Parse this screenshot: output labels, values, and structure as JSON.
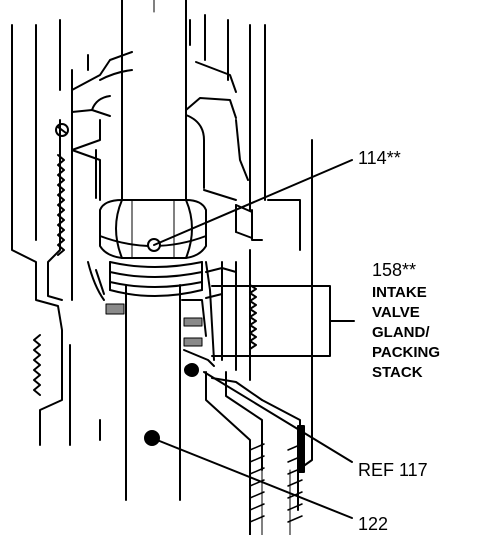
{
  "colors": {
    "ink": "#000000",
    "background": "#ffffff",
    "gray": "#8a8a8a"
  },
  "callouts": {
    "part_114": "114**",
    "part_158": "158**",
    "ref_117": "REF 117",
    "part_122": "122"
  },
  "description": {
    "line1": "INTAKE",
    "line2": "VALVE",
    "line3": "GLAND/",
    "line4": "PACKING",
    "line5": "STACK"
  }
}
